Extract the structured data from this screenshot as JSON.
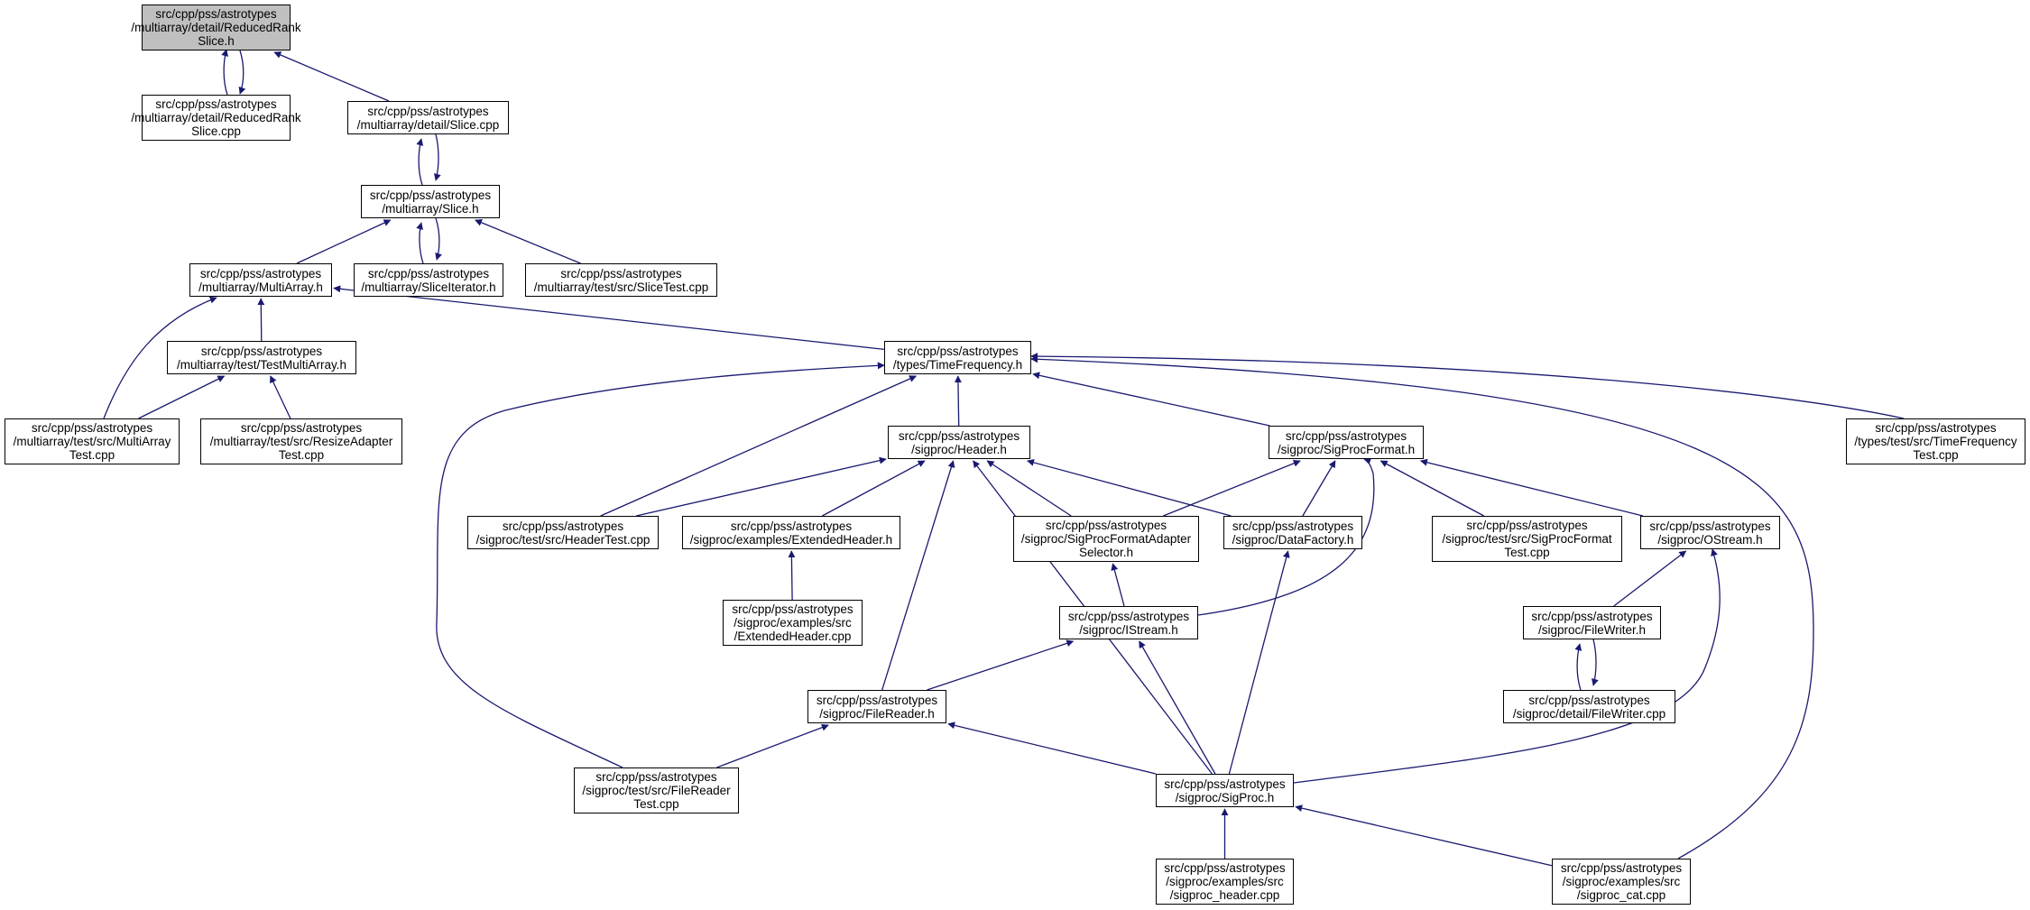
{
  "graph": {
    "type": "include-dependency-graph",
    "colors": {
      "edge": "#191970",
      "focus_fill": "#bfbfbf",
      "node_border": "#000000",
      "node_fill": "#ffffff"
    },
    "nodes": [
      {
        "id": "rrs_h",
        "lines": [
          "src/cpp/pss/astrotypes",
          "/multiarray/detail/ReducedRank",
          "Slice.h"
        ],
        "focus": true
      },
      {
        "id": "rrs_cpp",
        "lines": [
          "src/cpp/pss/astrotypes",
          "/multiarray/detail/ReducedRank",
          "Slice.cpp"
        ]
      },
      {
        "id": "slice_cpp",
        "lines": [
          "src/cpp/pss/astrotypes",
          "/multiarray/detail/Slice.cpp"
        ]
      },
      {
        "id": "slice_h",
        "lines": [
          "src/cpp/pss/astrotypes",
          "/multiarray/Slice.h"
        ]
      },
      {
        "id": "multiarray_h",
        "lines": [
          "src/cpp/pss/astrotypes",
          "/multiarray/MultiArray.h"
        ]
      },
      {
        "id": "sliceiter_h",
        "lines": [
          "src/cpp/pss/astrotypes",
          "/multiarray/SliceIterator.h"
        ]
      },
      {
        "id": "slicetest",
        "lines": [
          "src/cpp/pss/astrotypes",
          "/multiarray/test/src/SliceTest.cpp"
        ]
      },
      {
        "id": "testmulti_h",
        "lines": [
          "src/cpp/pss/astrotypes",
          "/multiarray/test/TestMultiArray.h"
        ]
      },
      {
        "id": "multitest",
        "lines": [
          "src/cpp/pss/astrotypes",
          "/multiarray/test/src/MultiArray",
          "Test.cpp"
        ]
      },
      {
        "id": "resizetest",
        "lines": [
          "src/cpp/pss/astrotypes",
          "/multiarray/test/src/ResizeAdapter",
          "Test.cpp"
        ]
      },
      {
        "id": "tf_h",
        "lines": [
          "src/cpp/pss/astrotypes",
          "/types/TimeFrequency.h"
        ]
      },
      {
        "id": "tftest",
        "lines": [
          "src/cpp/pss/astrotypes",
          "/types/test/src/TimeFrequency",
          "Test.cpp"
        ]
      },
      {
        "id": "header_h",
        "lines": [
          "src/cpp/pss/astrotypes",
          "/sigproc/Header.h"
        ]
      },
      {
        "id": "spformat_h",
        "lines": [
          "src/cpp/pss/astrotypes",
          "/sigproc/SigProcFormat.h"
        ]
      },
      {
        "id": "headertest",
        "lines": [
          "src/cpp/pss/astrotypes",
          "/sigproc/test/src/HeaderTest.cpp"
        ]
      },
      {
        "id": "exthdr_h",
        "lines": [
          "src/cpp/pss/astrotypes",
          "/sigproc/examples/ExtendedHeader.h"
        ]
      },
      {
        "id": "spfas_h",
        "lines": [
          "src/cpp/pss/astrotypes",
          "/sigproc/SigProcFormatAdapter",
          "Selector.h"
        ]
      },
      {
        "id": "datafactory_h",
        "lines": [
          "src/cpp/pss/astrotypes",
          "/sigproc/DataFactory.h"
        ]
      },
      {
        "id": "spformattest",
        "lines": [
          "src/cpp/pss/astrotypes",
          "/sigproc/test/src/SigProcFormat",
          "Test.cpp"
        ]
      },
      {
        "id": "ostream_h",
        "lines": [
          "src/cpp/pss/astrotypes",
          "/sigproc/OStream.h"
        ]
      },
      {
        "id": "exthdr_cpp",
        "lines": [
          "src/cpp/pss/astrotypes",
          "/sigproc/examples/src",
          "/ExtendedHeader.cpp"
        ]
      },
      {
        "id": "istream_h",
        "lines": [
          "src/cpp/pss/astrotypes",
          "/sigproc/IStream.h"
        ]
      },
      {
        "id": "filewriter_h",
        "lines": [
          "src/cpp/pss/astrotypes",
          "/sigproc/FileWriter.h"
        ]
      },
      {
        "id": "filewriter_cpp",
        "lines": [
          "src/cpp/pss/astrotypes",
          "/sigproc/detail/FileWriter.cpp"
        ]
      },
      {
        "id": "filereader_h",
        "lines": [
          "src/cpp/pss/astrotypes",
          "/sigproc/FileReader.h"
        ]
      },
      {
        "id": "filereadertest",
        "lines": [
          "src/cpp/pss/astrotypes",
          "/sigproc/test/src/FileReader",
          "Test.cpp"
        ]
      },
      {
        "id": "sigproc_h",
        "lines": [
          "src/cpp/pss/astrotypes",
          "/sigproc/SigProc.h"
        ]
      },
      {
        "id": "sp_header_cpp",
        "lines": [
          "src/cpp/pss/astrotypes",
          "/sigproc/examples/src",
          "/sigproc_header.cpp"
        ]
      },
      {
        "id": "sp_cat_cpp",
        "lines": [
          "src/cpp/pss/astrotypes",
          "/sigproc/examples/src",
          "/sigproc_cat.cpp"
        ]
      }
    ],
    "edges": [
      {
        "from": "rrs_cpp",
        "to": "rrs_h"
      },
      {
        "from": "rrs_h",
        "to": "rrs_cpp"
      },
      {
        "from": "slice_cpp",
        "to": "rrs_h"
      },
      {
        "from": "slice_h",
        "to": "slice_cpp"
      },
      {
        "from": "slice_cpp",
        "to": "slice_h"
      },
      {
        "from": "multiarray_h",
        "to": "slice_h"
      },
      {
        "from": "sliceiter_h",
        "to": "slice_h"
      },
      {
        "from": "slice_h",
        "to": "sliceiter_h"
      },
      {
        "from": "slicetest",
        "to": "slice_h"
      },
      {
        "from": "testmulti_h",
        "to": "multiarray_h"
      },
      {
        "from": "multitest",
        "to": "multiarray_h"
      },
      {
        "from": "tf_h",
        "to": "multiarray_h"
      },
      {
        "from": "multitest",
        "to": "testmulti_h"
      },
      {
        "from": "resizetest",
        "to": "testmulti_h"
      },
      {
        "from": "header_h",
        "to": "tf_h"
      },
      {
        "from": "spformat_h",
        "to": "tf_h"
      },
      {
        "from": "headertest",
        "to": "tf_h"
      },
      {
        "from": "filereadertest",
        "to": "tf_h"
      },
      {
        "from": "tftest",
        "to": "tf_h"
      },
      {
        "from": "sp_cat_cpp",
        "to": "tf_h"
      },
      {
        "from": "headertest",
        "to": "header_h"
      },
      {
        "from": "exthdr_h",
        "to": "header_h"
      },
      {
        "from": "spfas_h",
        "to": "header_h"
      },
      {
        "from": "datafactory_h",
        "to": "header_h"
      },
      {
        "from": "filereader_h",
        "to": "header_h"
      },
      {
        "from": "sigproc_h",
        "to": "header_h"
      },
      {
        "from": "exthdr_cpp",
        "to": "exthdr_h"
      },
      {
        "from": "spfas_h",
        "to": "spformat_h"
      },
      {
        "from": "datafactory_h",
        "to": "spformat_h"
      },
      {
        "from": "spformattest",
        "to": "spformat_h"
      },
      {
        "from": "ostream_h",
        "to": "spformat_h"
      },
      {
        "from": "istream_h",
        "to": "spformat_h"
      },
      {
        "from": "istream_h",
        "to": "spfas_h"
      },
      {
        "from": "sigproc_h",
        "to": "datafactory_h"
      },
      {
        "from": "filewriter_h",
        "to": "ostream_h"
      },
      {
        "from": "sigproc_h",
        "to": "ostream_h"
      },
      {
        "from": "filereader_h",
        "to": "istream_h"
      },
      {
        "from": "sigproc_h",
        "to": "istream_h"
      },
      {
        "from": "filewriter_cpp",
        "to": "filewriter_h"
      },
      {
        "from": "filewriter_h",
        "to": "filewriter_cpp"
      },
      {
        "from": "filereadertest",
        "to": "filereader_h"
      },
      {
        "from": "sigproc_h",
        "to": "filereader_h"
      },
      {
        "from": "sp_header_cpp",
        "to": "sigproc_h"
      },
      {
        "from": "sp_cat_cpp",
        "to": "sigproc_h"
      }
    ]
  }
}
